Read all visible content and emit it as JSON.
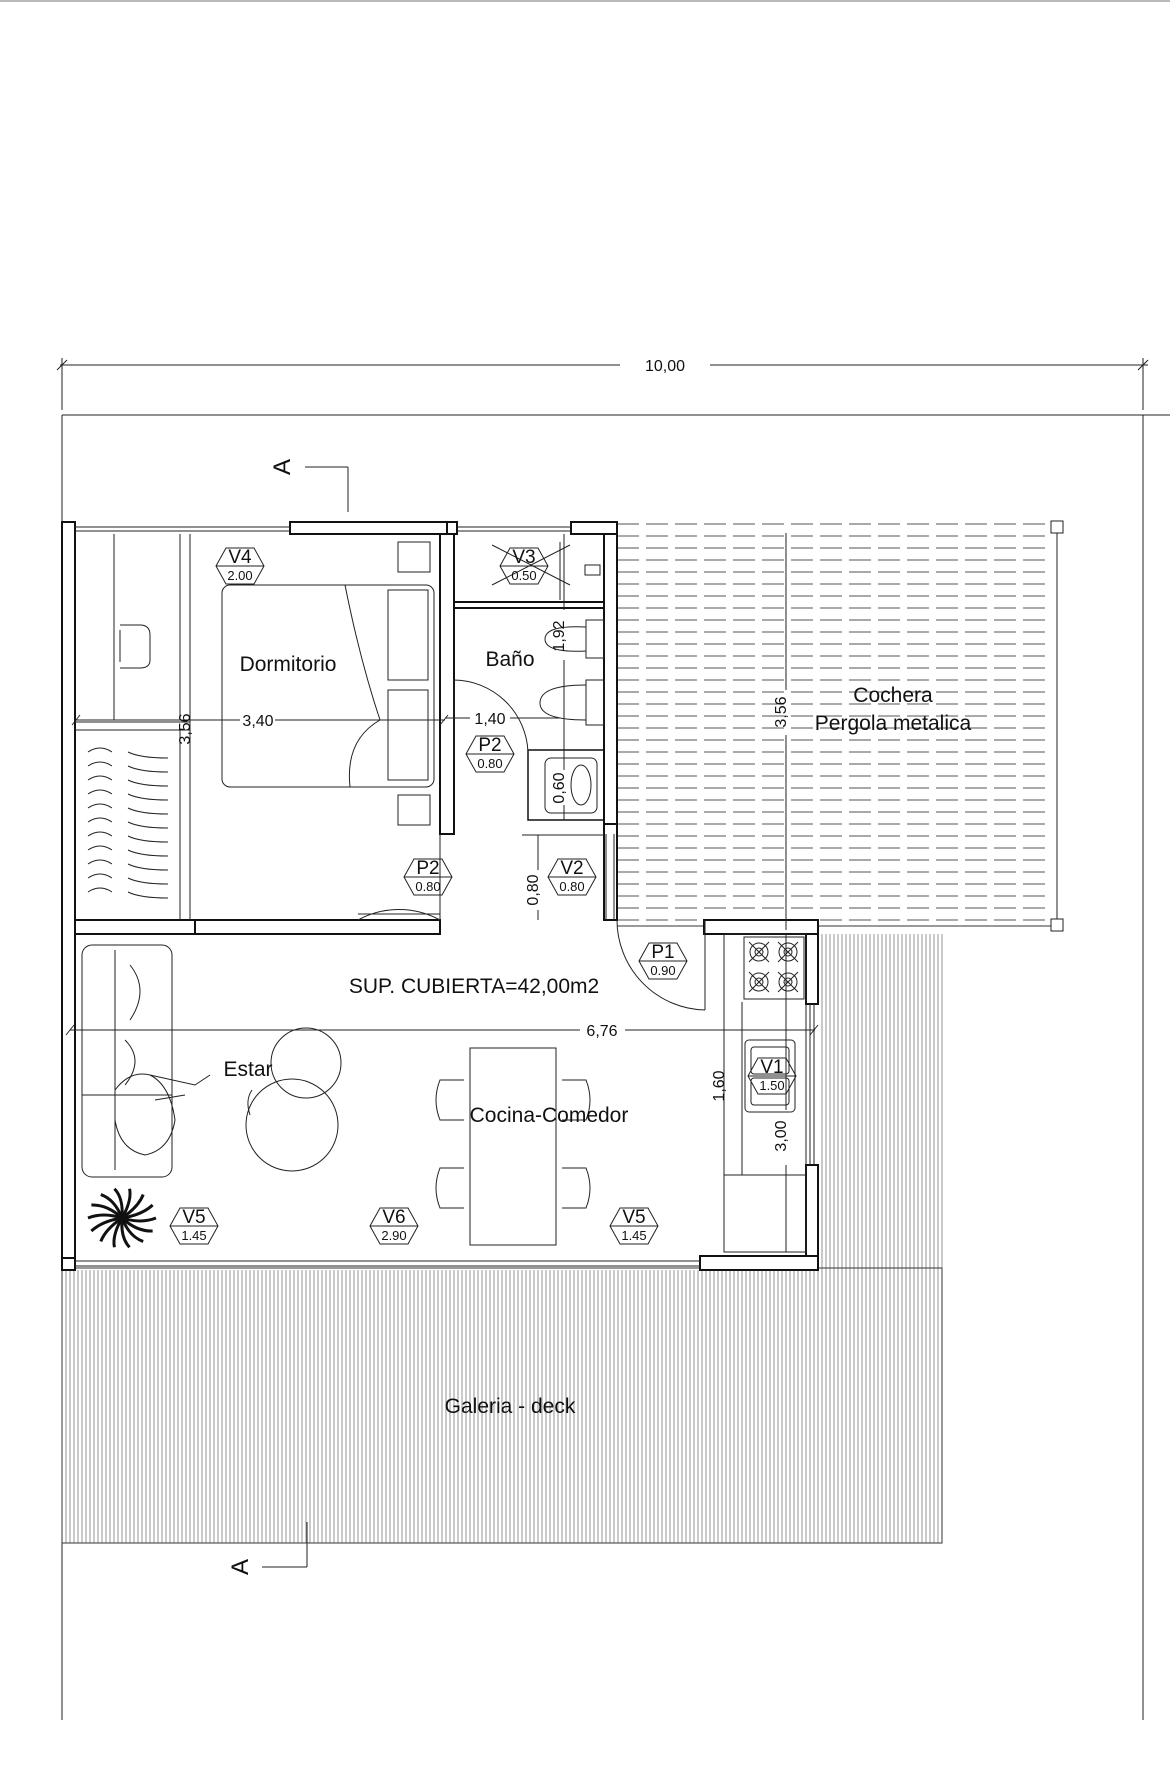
{
  "rooms": {
    "dormitorio": "Dormitorio",
    "bano": "Baño",
    "cochera": "Cochera",
    "pergola": "Pergola metalica",
    "sup_cubierta": "SUP. CUBIERTA=42,00m2",
    "estar": "Estar",
    "cocina_comedor": "Cocina-Comedor",
    "galeria": "Galeria - deck"
  },
  "dimensions": {
    "total_width": "10,00",
    "dorm_width": "3,40",
    "dorm_depth": "3,56",
    "bano_width": "1,40",
    "bano_depth": "1,92",
    "lavatory": "0,60",
    "passage": "0,80",
    "cochera_depth": "3,56",
    "living_width": "6,76",
    "kitchen_counter": "1,60",
    "kitchen_depth": "3,00"
  },
  "openings": {
    "v4": {
      "code": "V4",
      "size": "2.00"
    },
    "v3": {
      "code": "V3",
      "size": "0.50"
    },
    "p2a": {
      "code": "P2",
      "size": "0.80"
    },
    "p2b": {
      "code": "P2",
      "size": "0.80"
    },
    "v2": {
      "code": "V2",
      "size": "0.80"
    },
    "p1": {
      "code": "P1",
      "size": "0.90"
    },
    "v1": {
      "code": "V1",
      "size": "1.50"
    },
    "v5a": {
      "code": "V5",
      "size": "1.45"
    },
    "v6": {
      "code": "V6",
      "size": "2.90"
    },
    "v5b": {
      "code": "V5",
      "size": "1.45"
    }
  },
  "section": {
    "top": "A",
    "bottom": "A"
  },
  "colors": {
    "line": "#111111",
    "background": "#ffffff"
  }
}
